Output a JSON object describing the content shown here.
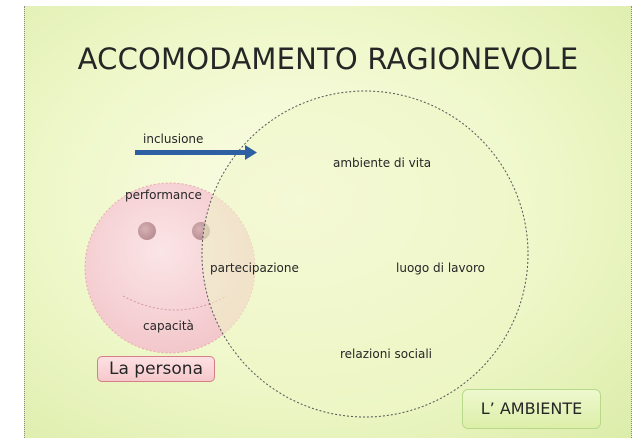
{
  "title": "ACCOMODAMENTO RAGIONEVOLE",
  "labels": {
    "inclusione": "inclusione",
    "ambiente_di_vita": "ambiente di vita",
    "performance": "performance",
    "partecipazione": "partecipazione",
    "luogo_di_lavoro": "luogo di lavoro",
    "capacita": "capacità",
    "relazioni_sociali": "relazioni sociali"
  },
  "boxes": {
    "persona": "La persona",
    "ambiente": "L’ AMBIENTE"
  },
  "colors": {
    "arrow": "#2e5fa3",
    "persona_fill": "#f6d0d3",
    "eye": "#c9a3a7"
  }
}
